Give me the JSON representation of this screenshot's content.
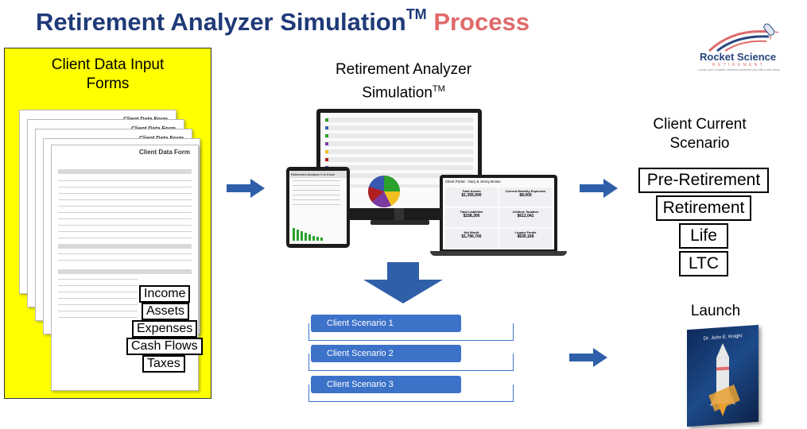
{
  "title": {
    "main": "Retirement Analyzer Simulation",
    "tm": "TM",
    "accent": "Process"
  },
  "logo": {
    "name": "Rocket Science",
    "sub": "R E T I R E M E N T",
    "tagline": "Launch your complete retirement protection plan with a safe return"
  },
  "input_panel": {
    "title_line1": "Client Data Input",
    "title_line2": "Forms",
    "form_header": "Client Data Form",
    "form_header_front": "Client Data Form",
    "tags": [
      "Income",
      "Assets",
      "Expenses",
      "Cash Flows",
      "Taxes"
    ]
  },
  "simulation": {
    "title_line1": "Retirement Analyzer",
    "title_line2": "Simulation",
    "tm": "TM",
    "tablet_title": "Retirement Analyzer 9 to Know",
    "laptop_title": "Client Portal - Gary & Jenny Brown",
    "laptop_cards": [
      {
        "label": "Total Assets",
        "value": "$1,355,000"
      },
      {
        "label": "Current Monthly Expenses",
        "value": "$8,000"
      },
      {
        "label": "Total Liabilities",
        "value": "$158,300"
      },
      {
        "label": "Lifetime Taxation",
        "value": "$612,041"
      },
      {
        "label": "Net Worth",
        "value": "$1,796,700"
      },
      {
        "label": "Legacy Funds",
        "value": "$630,169"
      }
    ]
  },
  "scenarios": [
    "Client Scenario 1",
    "Client Scenario 2",
    "Client Scenario 3"
  ],
  "current": {
    "title_line1": "Client Current",
    "title_line2": "Scenario",
    "phases": [
      "Pre-Retirement",
      "Retirement",
      "Life",
      "LTC"
    ]
  },
  "launch": {
    "label": "Launch",
    "book_author": "Dr. John E. Knight"
  },
  "colors": {
    "title": "#1f3a78",
    "accent": "#e06a6a",
    "panel": "#ffff00",
    "arrow": "#2f5fa8",
    "scenario_box": "#3d72c9"
  }
}
